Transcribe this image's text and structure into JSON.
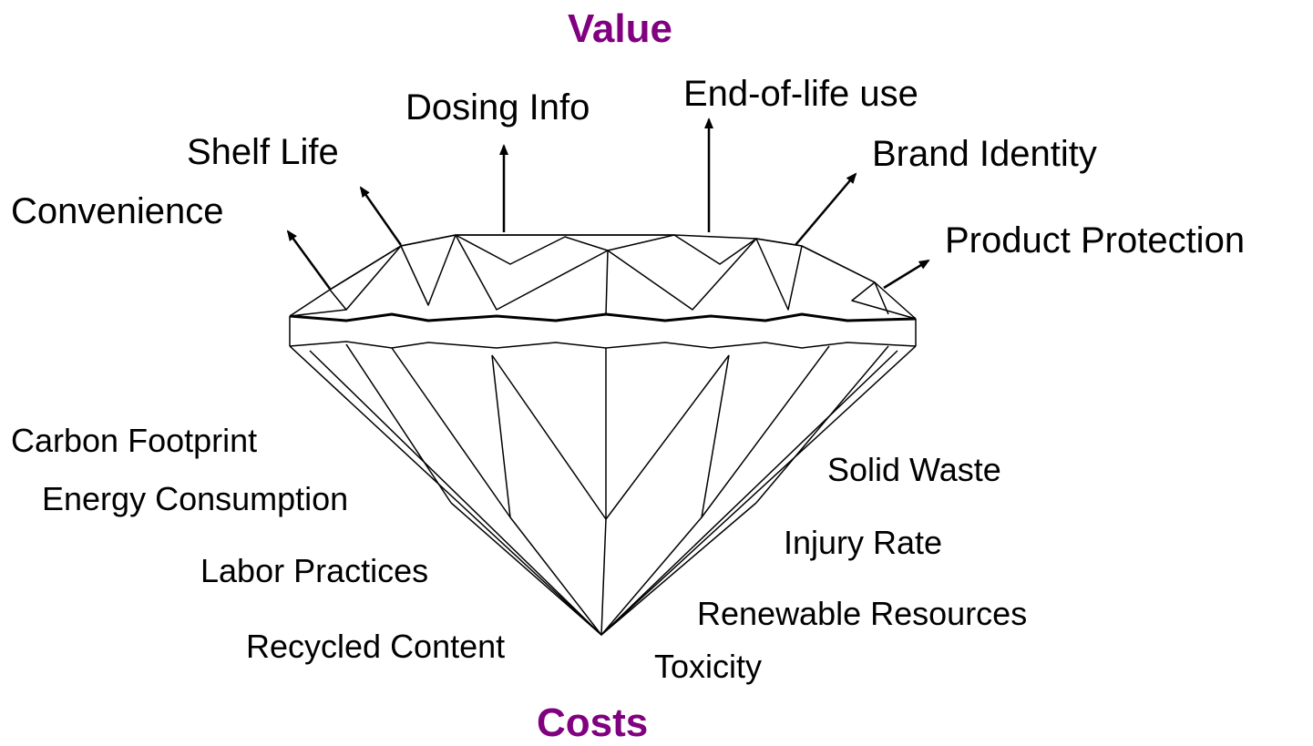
{
  "header": {
    "title": "Value",
    "color": "#800080"
  },
  "footer": {
    "title": "Costs",
    "color": "#800080"
  },
  "value_labels": [
    "Convenience",
    "Shelf Life",
    "Dosing Info",
    "End-of-life use",
    "Brand Identity",
    "Product Protection"
  ],
  "cost_labels_left": [
    "Carbon Footprint",
    "Energy Consumption",
    "Labor Practices",
    "Recycled Content"
  ],
  "cost_labels_right": [
    "Solid Waste",
    "Injury Rate",
    "Renewable Resources",
    "Toxicity"
  ]
}
